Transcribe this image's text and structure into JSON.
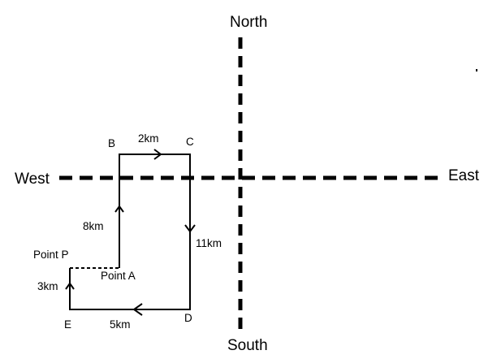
{
  "compass": {
    "north": "North",
    "south": "South",
    "west": "West",
    "east": "East"
  },
  "points": {
    "b": "B",
    "c": "C",
    "d": "D",
    "e": "E",
    "a": "Point A",
    "p": "Point P"
  },
  "distances": {
    "ab": "8km",
    "bc": "2km",
    "cd": "11km",
    "de": "5km",
    "ep": "3km"
  }
}
